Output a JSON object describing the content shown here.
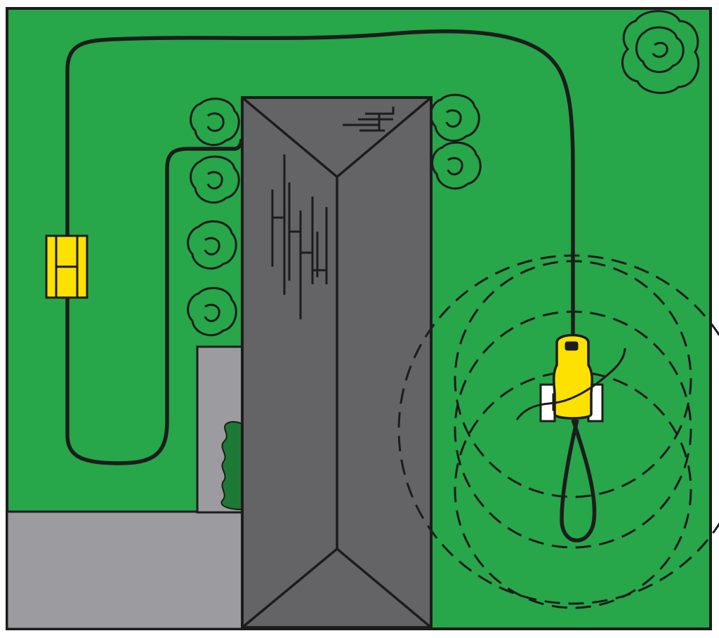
{
  "colors": {
    "lawn": "#27a64a",
    "outline": "#1c1c1c",
    "roof": "#646466",
    "pavement": "#9c9ca0",
    "device_yellow": "#fde100",
    "wheel": "#ffffff",
    "hedge": "#1d7a36"
  },
  "scene": {
    "elements": [
      "lawn",
      "house-roof",
      "driveway",
      "walkway",
      "hedge",
      "shrubs",
      "tree",
      "control-box",
      "irrigation-hose",
      "traveling-sprinkler",
      "spray-pattern"
    ]
  }
}
